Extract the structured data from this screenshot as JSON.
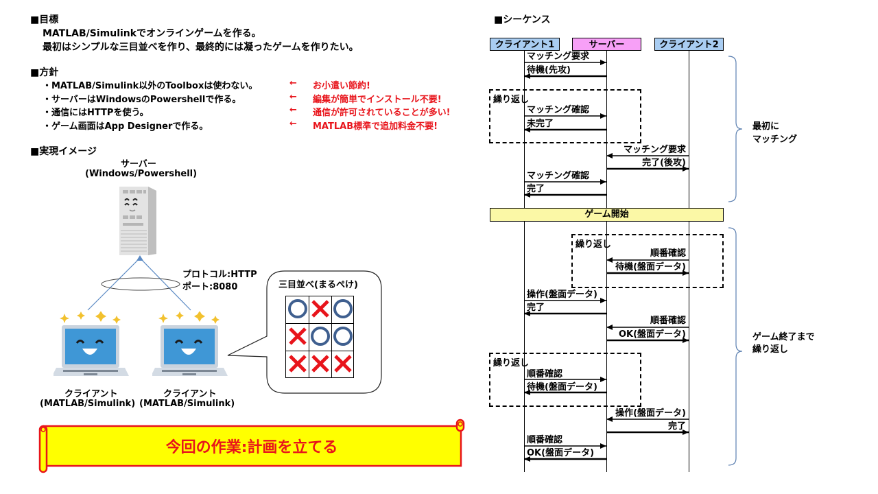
{
  "goal": {
    "heading": "■目標",
    "lines": [
      "MATLAB/Simulinkでオンラインゲームを作る。",
      "最初はシンプルな三目並べを作り、最終的には凝ったゲームを作りたい。"
    ]
  },
  "policy": {
    "heading": "■方針",
    "items": [
      {
        "text": "・MATLAB/Simulink以外のToolboxは使わない。",
        "arrow": "←",
        "note": "お小遣い節約!"
      },
      {
        "text": "・サーバーはWindowsのPowershellで作る。",
        "arrow": "←",
        "note": "編集が簡単でインストール不要!"
      },
      {
        "text": "・通信にはHTTPを使う。",
        "arrow": "←",
        "note": "通信が許可されていることが多い!"
      },
      {
        "text": "・ゲーム画面はApp Designerで作る。",
        "arrow": "←",
        "note": "MATLAB標準で追加料金不要!"
      }
    ]
  },
  "image": {
    "heading": "■実現イメージ",
    "server_label": "サーバー",
    "server_sub": "(Windows/Powershell)",
    "protocol": "プロトコル:HTTP",
    "port": "ポート:8080",
    "client1_label": "クライアント",
    "client1_sub": "(MATLAB/Simulink)",
    "client2_label": "クライアント",
    "client2_sub": "(MATLAB/Simulink)",
    "bubble_title": "三目並べ(まるぺけ)",
    "board": [
      [
        "O",
        "X",
        "O"
      ],
      [
        "X",
        "O",
        "O"
      ],
      [
        "X",
        "X",
        "X"
      ]
    ],
    "colors": {
      "o": "#3f5f8f",
      "x": "#e8141b"
    }
  },
  "banner": {
    "text": "今回の作業:計画を立てる",
    "fill": "#ffff00",
    "border": "#e8141b"
  },
  "sequence": {
    "heading": "■シーケンス",
    "actors": [
      {
        "name": "クライアント1",
        "color": "#a9cdf2"
      },
      {
        "name": "サーバー",
        "color": "#f7a0f7"
      },
      {
        "name": "クライアント2",
        "color": "#a9cdf2"
      }
    ],
    "messages": [
      "マッチング要求",
      "待機(先攻)",
      "マッチング確認",
      "未完了",
      "マッチング要求",
      "完了(後攻)",
      "マッチング確認",
      "完了",
      "順番確認",
      "待機(盤面データ)",
      "操作(盤面データ)",
      "完了",
      "順番確認",
      "OK(盤面データ)",
      "順番確認",
      "待機(盤面データ)",
      "操作(盤面データ)",
      "完了",
      "順番確認",
      "OK(盤面データ)"
    ],
    "loop_label": "繰り返し",
    "game_start": "ゲーム開始",
    "brace1": [
      "最初に",
      "マッチング"
    ],
    "brace2": [
      "ゲーム終了まで",
      "繰り返し"
    ]
  }
}
